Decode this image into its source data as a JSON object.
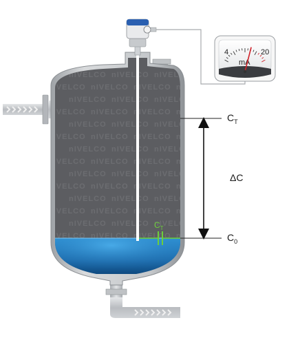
{
  "labels": {
    "top_capacitance": {
      "main": "C",
      "sub": "T"
    },
    "bottom_capacitance": {
      "main": "C",
      "sub": "0"
    },
    "delta": "ΔC",
    "probe_capacitance": {
      "main": "C",
      "sub": "T"
    }
  },
  "meter": {
    "min_label": "4",
    "max_label": "20",
    "unit": "mA",
    "needle_level": 0.62
  },
  "watermark": "nIVELCO",
  "colors": {
    "tank_shell": "#b9bcc0",
    "tank_interior": "#5c5d61",
    "liquid": "#1f7ec0",
    "liquid_dark": "#0f4f86",
    "probe": "#ffffff",
    "connector_blue": "#2a5fb0",
    "probe_cap_color": "#6ccf3a",
    "needle": "#d0222a",
    "arrows": "#f0f0f0"
  }
}
